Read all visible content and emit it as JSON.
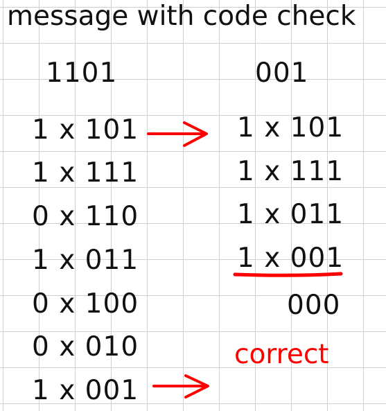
{
  "title": "message with code check",
  "message": "1101",
  "check": "001",
  "left_rows": [
    "1 x 101",
    "1 x 111",
    "0 x 110",
    "1 x 011",
    "0 x 100",
    "0 x 010",
    "1 x 001"
  ],
  "right_rows": [
    "1 x 101",
    "1 x 111",
    "1 x 011",
    "1 x 001"
  ],
  "result": "000",
  "verdict": "correct",
  "colors": {
    "ink": "#111111",
    "annotation": "#ff0000",
    "grid": "#cfcfcf"
  }
}
